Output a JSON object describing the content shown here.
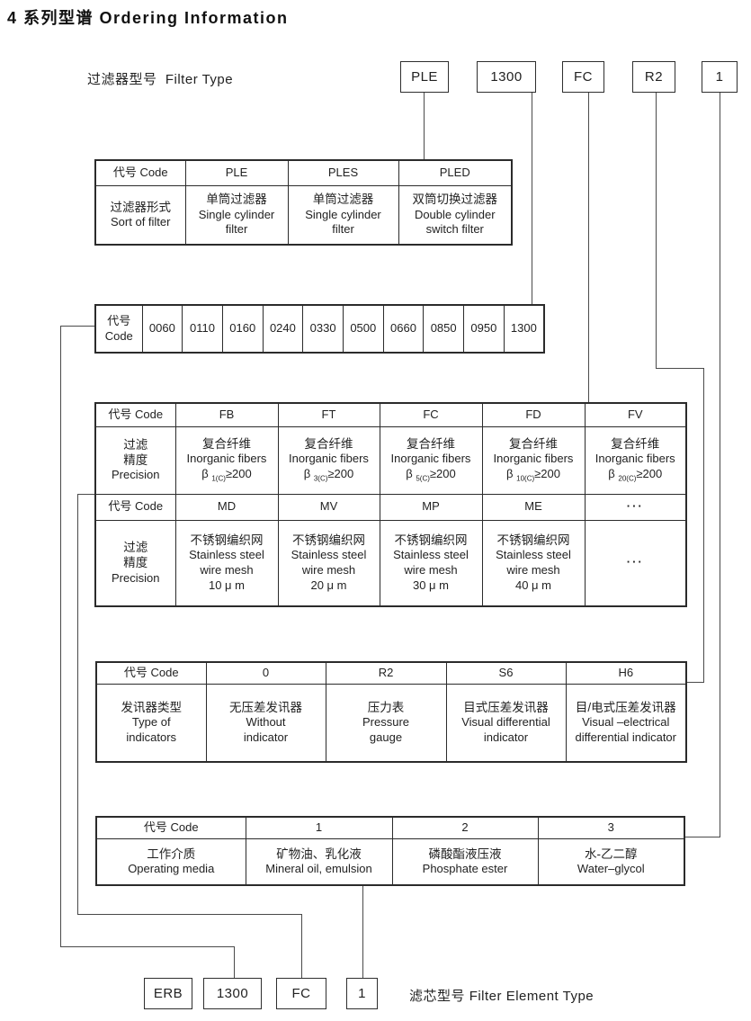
{
  "title": "4 系列型谱 Ordering Information",
  "filter_type_label": {
    "cn": "过滤器型号",
    "en": "Filter Type"
  },
  "element_type_label": {
    "cn": "滤芯型号",
    "en": "Filter Element Type"
  },
  "top_code_boxes": {
    "series": "PLE",
    "size": "1300",
    "precision": "FC",
    "indicator": "R2",
    "media": "1"
  },
  "bottom_code_boxes": {
    "series": "ERB",
    "size": "1300",
    "precision": "FC",
    "media": "1"
  },
  "tables": {
    "sort": {
      "header": "代号 Code",
      "row_label": {
        "cn": "过滤器形式",
        "en": "Sort of filter"
      },
      "cols": [
        {
          "code": "PLE",
          "cn": "单筒过滤器",
          "en1": "Single cylinder",
          "en2": "filter"
        },
        {
          "code": "PLES",
          "cn": "单筒过滤器",
          "en1": "Single cylinder",
          "en2": "filter"
        },
        {
          "code": "PLED",
          "cn": "双筒切换过滤器",
          "en1": "Double cylinder",
          "en2": "switch filter"
        }
      ]
    },
    "size": {
      "header": {
        "cn": "代号",
        "en": "Code"
      },
      "codes": [
        "0060",
        "0110",
        "0160",
        "0240",
        "0330",
        "0500",
        "0660",
        "0850",
        "0950",
        "1300"
      ]
    },
    "precision_fiber": {
      "header": "代号 Code",
      "row_label": {
        "cn1": "过滤",
        "cn2": "精度",
        "en": "Precision"
      },
      "cols": [
        {
          "code": "FB",
          "cn": "复合纤维",
          "en": "Inorganic fibers",
          "beta": "β",
          "beta_sub": "1(C)",
          "beta_rest": "≥200"
        },
        {
          "code": "FT",
          "cn": "复合纤维",
          "en": "Inorganic fibers",
          "beta": "β",
          "beta_sub": "3(C)",
          "beta_rest": "≥200"
        },
        {
          "code": "FC",
          "cn": "复合纤维",
          "en": "Inorganic fibers",
          "beta": "β",
          "beta_sub": "5(C)",
          "beta_rest": "≥200"
        },
        {
          "code": "FD",
          "cn": "复合纤维",
          "en": "Inorganic fibers",
          "beta": "β",
          "beta_sub": "10(C)",
          "beta_rest": "≥200"
        },
        {
          "code": "FV",
          "cn": "复合纤维",
          "en": "Inorganic fibers",
          "beta": "β",
          "beta_sub": "20(C)",
          "beta_rest": "≥200"
        }
      ]
    },
    "precision_mesh": {
      "header": "代号 Code",
      "row_label": {
        "cn1": "过滤",
        "cn2": "精度",
        "en": "Precision"
      },
      "cols": [
        {
          "code": "MD",
          "cn": "不锈钢编织网",
          "en1": "Stainless steel",
          "en2": "wire mesh",
          "size": "10 μ m"
        },
        {
          "code": "MV",
          "cn": "不锈钢编织网",
          "en1": "Stainless steel",
          "en2": "wire mesh",
          "size": "20 μ m"
        },
        {
          "code": "MP",
          "cn": "不锈钢编织网",
          "en1": "Stainless steel",
          "en2": "wire mesh",
          "size": "30 μ m"
        },
        {
          "code": "ME",
          "cn": "不锈钢编织网",
          "en1": "Stainless steel",
          "en2": "wire mesh",
          "size": "40 μ m"
        },
        {
          "code": "···",
          "value": "···"
        }
      ]
    },
    "indicators": {
      "header": "代号 Code",
      "row_label": {
        "cn": "发讯器类型",
        "en1": "Type of",
        "en2": "indicators"
      },
      "cols": [
        {
          "code": "0",
          "cn": "无压差发讯器",
          "en1": "Without",
          "en2": "indicator"
        },
        {
          "code": "R2",
          "cn": "压力表",
          "en1": "Pressure",
          "en2": "gauge"
        },
        {
          "code": "S6",
          "cn": "目式压差发讯器",
          "en1": "Visual differential",
          "en2": "indicator"
        },
        {
          "code": "H6",
          "cn": "目/电式压差发讯器",
          "en1": "Visual –electrical",
          "en2": "differential indicator"
        }
      ]
    },
    "media": {
      "header": "代号 Code",
      "row_label": {
        "cn": "工作介质",
        "en": "Operating media"
      },
      "cols": [
        {
          "code": "1",
          "cn": "矿物油、乳化液",
          "en": "Mineral oil, emulsion"
        },
        {
          "code": "2",
          "cn": "磷酸酯液压液",
          "en": "Phosphate ester"
        },
        {
          "code": "3",
          "cn": "水-乙二醇",
          "en": "Water–glycol"
        }
      ]
    }
  }
}
